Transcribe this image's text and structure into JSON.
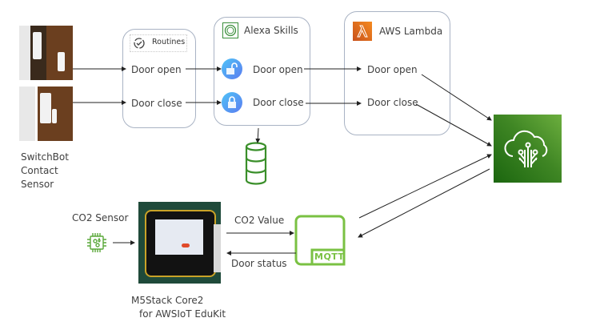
{
  "sensor": {
    "label_lines": [
      "SwitchBot",
      "Contact",
      "Sensor"
    ]
  },
  "routines": {
    "title": "Routines",
    "items": [
      "Door open",
      "Door close"
    ]
  },
  "alexa": {
    "title": "Alexa Skills",
    "items": [
      "Door open",
      "Door close"
    ]
  },
  "lambda": {
    "title": "AWS Lambda",
    "items": [
      "Door open",
      "Door close"
    ]
  },
  "iot_core": {
    "icon": "aws-iot-core-icon",
    "color": "#3f8624"
  },
  "co2": {
    "label": "CO2 Sensor"
  },
  "device": {
    "label_lines": [
      "M5Stack Core2",
      "for AWSIoT EduKit"
    ]
  },
  "mqtt": {
    "label": "MQTT",
    "color": "#7ac143"
  },
  "flows": {
    "co2_value": "CO2 Value",
    "door_status": "Door status"
  },
  "colors": {
    "lambda_orange": "#e8701a",
    "alexa_green": "#3b8f3b",
    "lock_blue": "#3fa9f5",
    "db_green": "#3a8f2a"
  }
}
